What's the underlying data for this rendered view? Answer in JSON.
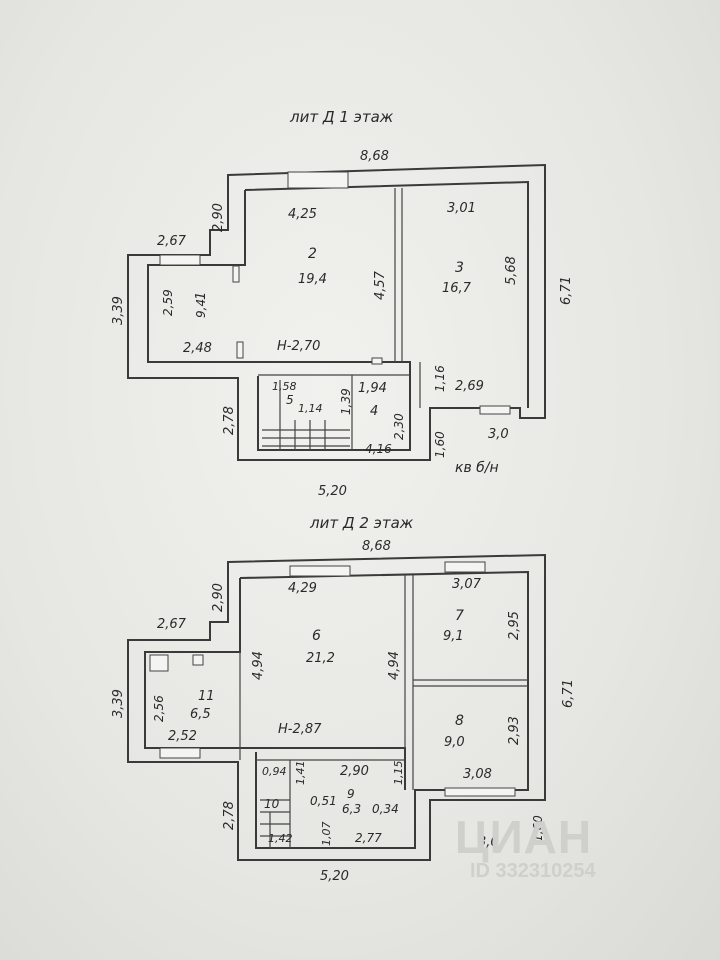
{
  "floor1": {
    "title": "лит Д 1 этаж",
    "width_top": "8,68",
    "room1": {
      "no": "1",
      "area": "9,4",
      "dim_v": "2,59",
      "dim_h": "2,48"
    },
    "room2": {
      "no": "2",
      "area": "19,4",
      "dim_h": "4,25",
      "dim_v": "4,57",
      "height": "Н-2,70"
    },
    "room3": {
      "no": "3",
      "area": "16,7",
      "dim_h": "3,01",
      "dim_v": "5,68"
    },
    "room4": {
      "no": "4",
      "dim_h": "1,94",
      "dim_v": "2,30",
      "dim_b": "4,16",
      "dim_v2": "1,39"
    },
    "room5": {
      "no": "5",
      "area": "1,14",
      "dim": "1,58"
    },
    "outer_290": "2,90",
    "outer_267": "2,67",
    "outer_339": "3,39",
    "outer_278": "2,78",
    "outer_671": "6,71",
    "outer_520": "5,20",
    "outer_269": "2,69",
    "outer_30": "3,0",
    "outer_116": "1,16",
    "outer_160": "1,60",
    "kv": "кв б/н"
  },
  "floor2": {
    "title": "лит Д 2 этаж",
    "width_top": "8,68",
    "room6": {
      "no": "6",
      "area": "21,2",
      "dim_h": "4,29",
      "dim_v": "4,94",
      "dim_v2": "4,94",
      "height": "Н-2,87"
    },
    "room7": {
      "no": "7",
      "area": "9,1",
      "dim_h": "3,07",
      "dim_v": "2,95"
    },
    "room8": {
      "no": "8",
      "area": "9,0",
      "dim_h": "3,08",
      "dim_v": "2,93"
    },
    "room9": {
      "no": "9",
      "area": "6,3",
      "dim_h": "2,90",
      "dim_b": "2,77",
      "d051": "0,51",
      "d034": "0,34",
      "d141": "1,41",
      "d115": "1,15",
      "d107": "1,07"
    },
    "room10": {
      "no": "10",
      "d094": "0,94",
      "d142": "1,42"
    },
    "room11": {
      "no": "11",
      "area": "6,5",
      "dim_v": "2,56",
      "dim_h": "2,52"
    },
    "outer_290": "2,90",
    "outer_267": "2,67",
    "outer_339": "3,39",
    "outer_278": "2,78",
    "outer_671": "6,71",
    "outer_520": "5,20",
    "outer_30": "3,0",
    "outer_160": "1,60"
  },
  "watermark": {
    "logo": "ЦИАН",
    "id": "ID 332310254"
  },
  "colors": {
    "wall": "#3a3a3a",
    "paper": "#ececea",
    "ink": "#2a2a2a"
  }
}
